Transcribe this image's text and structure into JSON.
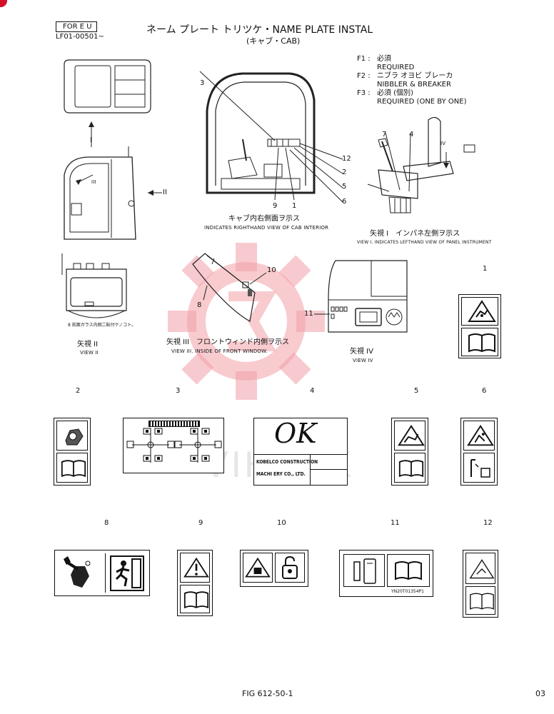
{
  "header": {
    "for_eu": "FOR E U",
    "serial": "LF01-00501~",
    "title": "ネーム プレート トリツケ・NAME PLATE INSTAL",
    "subtitle": "(キャブ・CAB)"
  },
  "legend": [
    {
      "code": "F1 :",
      "jp": "必須",
      "en": "REQUIRED"
    },
    {
      "code": "F2 :",
      "jp": "ニブラ オヨビ ブレーカ",
      "en": "NIBBLER & BREAKER"
    },
    {
      "code": "F3 :",
      "jp": "必須 (個別)",
      "en": "REQUIRED (ONE BY ONE)"
    }
  ],
  "views": {
    "cab_interior_jp": "キャブ内右側面ヲ示ス",
    "cab_interior_en": "INDICATES RIGHTHAND VIEW OF CAB INTERIOR",
    "view1_jp": "矢視 I　インパネ左側ヲ示ス",
    "view1_en": "VIEW I. INDICATES LEFTHAND VIEW OF PANEL INSTRUMENT",
    "view2_jp": "矢視 II",
    "view2_en": "VIEW II",
    "view2_note": "8 前面ガラス内側二貼付ケノコト。",
    "view3_jp": "矢視 III　フロントウィンド内側ヲ示ス",
    "view3_en": "VIEW III. INSIDE OF FRONT WINDOW.",
    "view4_jp": "矢視 IV",
    "view4_en": "VIEW IV",
    "arrow1": "I",
    "arrow2": "II",
    "arrow3": "III",
    "arrow4": "IV"
  },
  "callouts": {
    "c3": "3",
    "c12": "12",
    "c2": "2",
    "c5": "5",
    "c6": "6",
    "c9": "9",
    "c1": "1",
    "c7": "7",
    "c4": "4",
    "c10": "10",
    "c8": "8",
    "c11": "11"
  },
  "parts": {
    "p1": "1",
    "p2": "2",
    "p3": "3",
    "p4": "4",
    "p5": "5",
    "p6": "6",
    "p8": "8",
    "p9": "9",
    "p10": "10",
    "p11": "11",
    "p12": "12"
  },
  "plate4": {
    "ok_mark": "OK",
    "line1": "KOBELCO CONSTRUCTION",
    "line2": "MACHI ERY CO., LTD."
  },
  "plate11_code": "YN20T01354P1",
  "watermark": "VIHTEX",
  "footer": {
    "fig": "FIG 612-50-1",
    "page": "03"
  }
}
